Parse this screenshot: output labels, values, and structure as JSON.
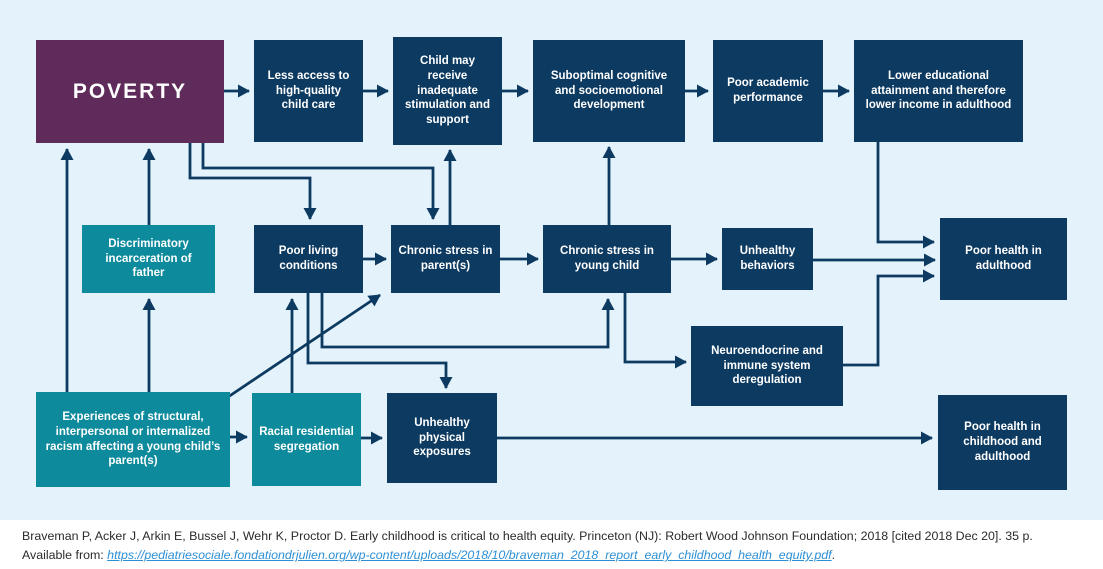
{
  "colors": {
    "navy_box": "#0d3a61",
    "teal_box": "#0d8a9c",
    "purple_box": "#5f2b5a",
    "diagram_background": "#e4f2fb",
    "arrow": "#0d3a61",
    "link": "#2d8fd5"
  },
  "nodes": {
    "poverty": {
      "label": "POVERTY"
    },
    "less_access": {
      "label": "Less access to high-quality child care"
    },
    "child_inadequate": {
      "label": "Child may receive inadequate stimulation and support"
    },
    "suboptimal": {
      "label": "Suboptimal cognitive and socioemotional development"
    },
    "poor_academic": {
      "label": "Poor academic performance"
    },
    "lower_educational": {
      "label": "Lower educational attainment and therefore lower income in adulthood"
    },
    "discriminatory": {
      "label": "Discriminatory incarceration of father"
    },
    "poor_living": {
      "label": "Poor living conditions"
    },
    "chronic_parent": {
      "label": "Chronic stress in parent(s)"
    },
    "chronic_child": {
      "label": "Chronic stress in young child"
    },
    "unhealthy_behaviors": {
      "label": "Unhealthy behaviors"
    },
    "poor_health_adulthood": {
      "label": "Poor health in adulthood"
    },
    "neuroendocrine": {
      "label": "Neuroendocrine and immune system deregulation"
    },
    "experiences": {
      "label": "Experiences of structural, interpersonal or internalized racism affecting a young child’s parent(s)"
    },
    "racial": {
      "label": "Racial residential segregation"
    },
    "unhealthy_physical": {
      "label": "Unhealthy physical exposures"
    },
    "poor_health_childhood": {
      "label": "Poor health in childhood and adulthood"
    }
  },
  "edges": [
    {
      "from": "poverty",
      "to": "less_access"
    },
    {
      "from": "less_access",
      "to": "child_inadequate"
    },
    {
      "from": "child_inadequate",
      "to": "suboptimal"
    },
    {
      "from": "suboptimal",
      "to": "poor_academic"
    },
    {
      "from": "poor_academic",
      "to": "lower_educational"
    },
    {
      "from": "lower_educational",
      "to": "poor_health_adulthood"
    },
    {
      "from": "poverty",
      "to": "poor_living"
    },
    {
      "from": "poverty",
      "to": "chronic_parent"
    },
    {
      "from": "chronic_parent",
      "to": "child_inadequate"
    },
    {
      "from": "chronic_child",
      "to": "suboptimal"
    },
    {
      "from": "experiences",
      "to": "poverty"
    },
    {
      "from": "experiences",
      "to": "discriminatory"
    },
    {
      "from": "discriminatory",
      "to": "poverty"
    },
    {
      "from": "poor_living",
      "to": "chronic_parent"
    },
    {
      "from": "chronic_parent",
      "to": "chronic_child"
    },
    {
      "from": "chronic_child",
      "to": "unhealthy_behaviors"
    },
    {
      "from": "unhealthy_behaviors",
      "to": "poor_health_adulthood"
    },
    {
      "from": "poor_living",
      "to": "chronic_child"
    },
    {
      "from": "poor_living",
      "to": "unhealthy_physical"
    },
    {
      "from": "experiences",
      "to": "chronic_parent"
    },
    {
      "from": "experiences",
      "to": "racial"
    },
    {
      "from": "racial",
      "to": "poor_living"
    },
    {
      "from": "racial",
      "to": "unhealthy_physical"
    },
    {
      "from": "unhealthy_physical",
      "to": "poor_health_childhood"
    },
    {
      "from": "chronic_child",
      "to": "neuroendocrine"
    },
    {
      "from": "neuroendocrine",
      "to": "poor_health_adulthood"
    }
  ],
  "citation": {
    "line1": "Braveman P, Acker J, Arkin E, Bussel J, Wehr K, Proctor D. Early childhood is critical to health equity. Princeton (NJ): Robert Wood Johnson Foundation; 2018 [cited 2018 Dec 20]. 35 p.",
    "available_prefix": "Available from: ",
    "url": "https://pediatriesociale.fondationdrjulien.org/wp-content/uploads/2018/10/braveman_2018_report_early_childhood_health_equity.pdf",
    "period": "."
  }
}
